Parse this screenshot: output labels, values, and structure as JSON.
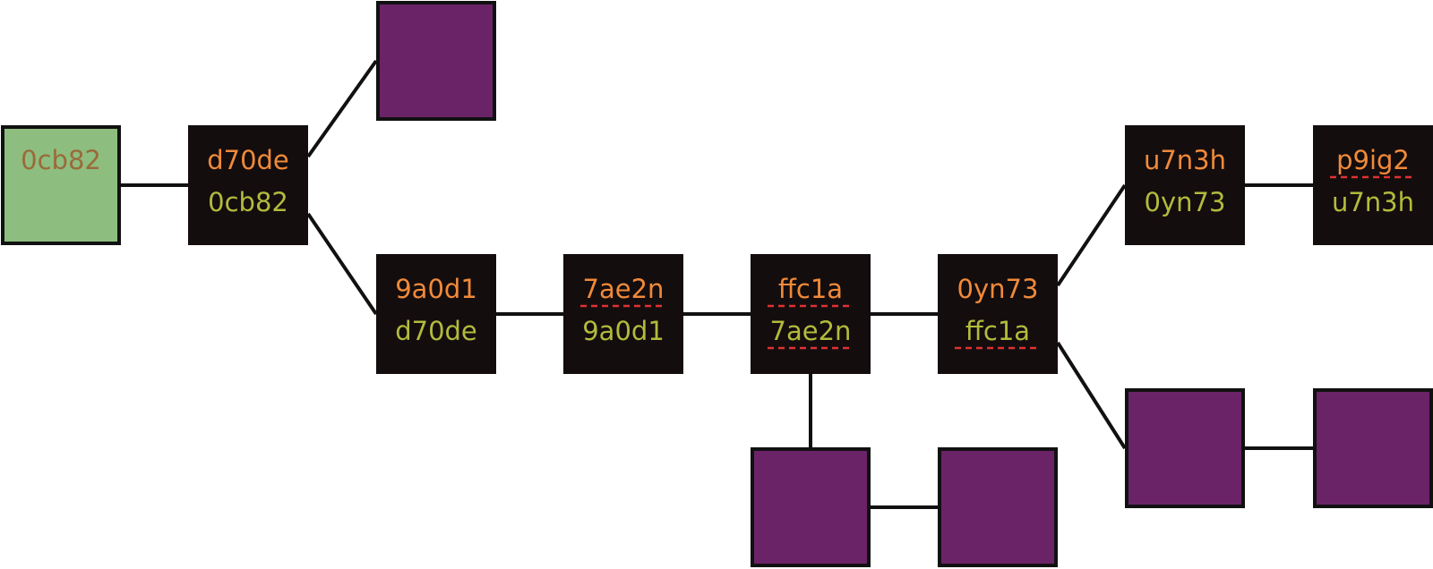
{
  "colors": {
    "background": "#ffffff",
    "edge": "#111111",
    "node_dark": "#140d0e",
    "node_purple": "#6b2368",
    "node_green": "#8dbe7f",
    "node_border": "#111111",
    "text_top": "#f08a3a",
    "text_bottom": "#b2bb3c",
    "text_green_node": "#9a6a3a",
    "underline": "#e03131"
  },
  "nodes": [
    {
      "id": "root",
      "style": "green",
      "top": "0cb82",
      "bottom": ""
    },
    {
      "id": "n-d70de",
      "style": "dark",
      "top": "d70de",
      "bottom": "0cb82"
    },
    {
      "id": "p-top",
      "style": "purple",
      "top": "",
      "bottom": ""
    },
    {
      "id": "n-9a0d1",
      "style": "dark",
      "top": "9a0d1",
      "bottom": "d70de"
    },
    {
      "id": "n-7ae2n",
      "style": "dark",
      "top": "7ae2n",
      "bottom": "9a0d1",
      "underline_top": true
    },
    {
      "id": "n-ffc1a",
      "style": "dark",
      "top": "ffc1a",
      "bottom": "7ae2n",
      "underline_top": true,
      "underline_bottom": true
    },
    {
      "id": "n-0yn73",
      "style": "dark",
      "top": "0yn73",
      "bottom": "ffc1a",
      "underline_bottom": true
    },
    {
      "id": "n-u7n3h",
      "style": "dark",
      "top": "u7n3h",
      "bottom": "0yn73"
    },
    {
      "id": "n-p9ig2",
      "style": "dark",
      "top": "p9ig2",
      "bottom": "u7n3h",
      "underline_top": true
    },
    {
      "id": "p-bottom-1",
      "style": "purple",
      "top": "",
      "bottom": ""
    },
    {
      "id": "p-bottom-2",
      "style": "purple",
      "top": "",
      "bottom": ""
    },
    {
      "id": "p-right-1",
      "style": "purple",
      "top": "",
      "bottom": ""
    },
    {
      "id": "p-right-2",
      "style": "purple",
      "top": "",
      "bottom": ""
    }
  ],
  "edges": [
    [
      "root",
      "n-d70de"
    ],
    [
      "n-d70de",
      "p-top"
    ],
    [
      "n-d70de",
      "n-9a0d1"
    ],
    [
      "n-9a0d1",
      "n-7ae2n"
    ],
    [
      "n-7ae2n",
      "n-ffc1a"
    ],
    [
      "n-ffc1a",
      "n-0yn73"
    ],
    [
      "n-ffc1a",
      "p-bottom-1"
    ],
    [
      "p-bottom-1",
      "p-bottom-2"
    ],
    [
      "n-0yn73",
      "n-u7n3h"
    ],
    [
      "n-u7n3h",
      "n-p9ig2"
    ],
    [
      "n-0yn73",
      "p-right-1"
    ],
    [
      "p-right-1",
      "p-right-2"
    ]
  ]
}
